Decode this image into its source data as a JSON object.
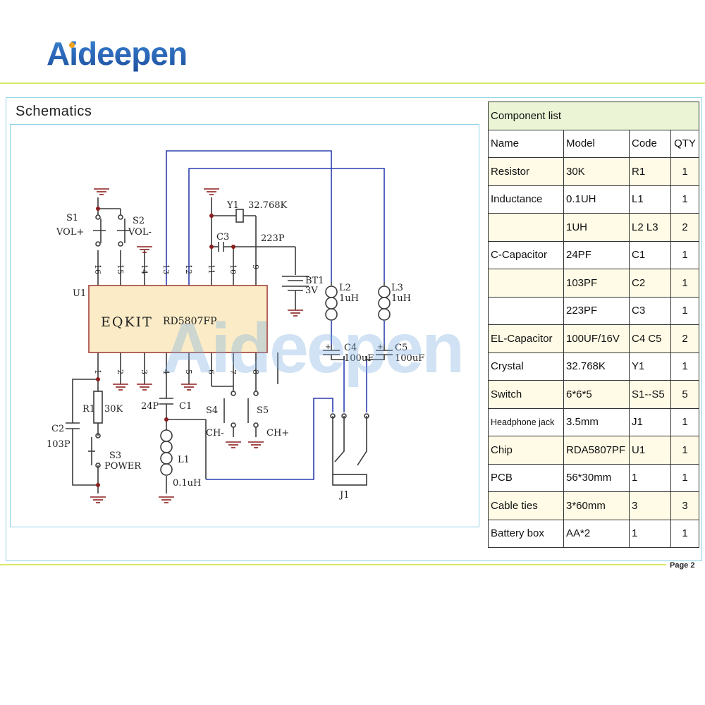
{
  "brand": {
    "logo_text": "Aideepen",
    "watermark_text": "Aideepen",
    "colors": {
      "logo_blue": "#2a5fa8",
      "logo_orange": "#f0a020",
      "rule_green": "#d8e86a",
      "frame_blue": "#8ed2e6",
      "wire_blue": "#2b3fb0",
      "chip_fill": "#fbecc7",
      "chip_border": "#a2413a"
    }
  },
  "schematic": {
    "title": "Schematics",
    "chip": {
      "ref": "U1",
      "brand": "EQKIT",
      "model": "RD5807FP"
    },
    "pins_top": [
      "16",
      "15",
      "14",
      "13",
      "12",
      "11",
      "10",
      "9"
    ],
    "pins_bottom": [
      "1",
      "2",
      "3",
      "4",
      "5",
      "6",
      "7",
      "8"
    ],
    "labels": {
      "s1": "S1",
      "s1_fn": "VOL+",
      "s2": "S2",
      "s2_fn": "VOL-",
      "y1": "Y1",
      "y1_val": "32.768K",
      "c3": "C3",
      "c3_val": "223P",
      "bt1": "BT1",
      "bt1_val": "3V",
      "l2": "L2",
      "l2_val": "1uH",
      "l3": "L3",
      "l3_val": "1uH",
      "c4": "C4",
      "c4_val": "100uF",
      "c5": "C5",
      "c5_val": "100uF",
      "r1": "R1",
      "r1_val": "30K",
      "c2": "C2",
      "c2_val": "103P",
      "s3": "S3",
      "s3_fn": "POWER",
      "c1": "C1",
      "c1_val": "24P",
      "l1": "L1",
      "l1_val": "0.1uH",
      "s4": "S4",
      "s4_fn": "CH-",
      "s5": "S5",
      "s5_fn": "CH+",
      "j1": "J1"
    }
  },
  "component_list": {
    "title": "Component list",
    "columns": [
      "Name",
      "Model",
      "Code",
      "QTY"
    ],
    "rows": [
      [
        "Resistor",
        "30K",
        "R1",
        "1"
      ],
      [
        "Inductance",
        "0.1UH",
        "L1",
        "1"
      ],
      [
        "",
        "1UH",
        "L2  L3",
        "2"
      ],
      [
        "C-Capacitor",
        "24PF",
        "C1",
        "1"
      ],
      [
        "",
        "103PF",
        "C2",
        "1"
      ],
      [
        "",
        "223PF",
        "C3",
        "1"
      ],
      [
        "EL-Capacitor",
        "100UF/16V",
        "C4  C5",
        "2"
      ],
      [
        "Crystal",
        "32.768K",
        "Y1",
        "1"
      ],
      [
        "Switch",
        "6*6*5",
        "S1--S5",
        "5"
      ],
      [
        "Headphone jack",
        "3.5mm",
        "J1",
        "1"
      ],
      [
        "Chip",
        "RDA5807PF",
        "U1",
        "1"
      ],
      [
        "PCB",
        "56*30mm",
        "1",
        "1"
      ],
      [
        "Cable ties",
        "3*60mm",
        "3",
        "3"
      ],
      [
        "Battery box",
        " AA*2",
        "1",
        "1"
      ]
    ]
  },
  "page": {
    "label": "Page 2"
  }
}
